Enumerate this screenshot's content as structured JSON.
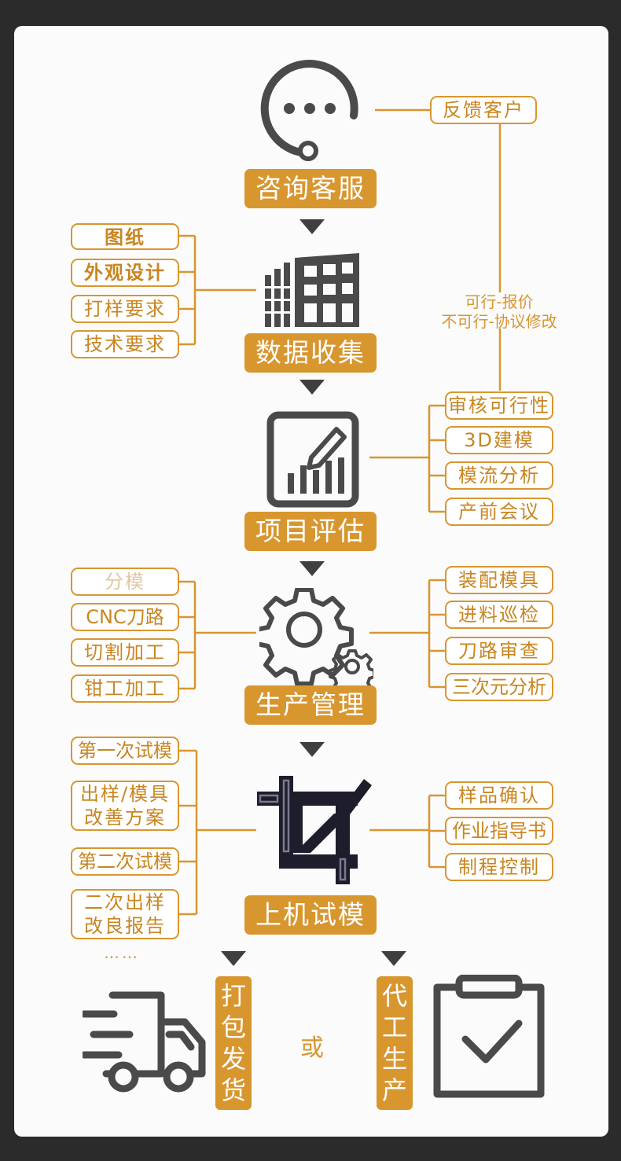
{
  "stages": {
    "s1": "咨询客服",
    "s2": "数据收集",
    "s3": "项目评估",
    "s4": "生产管理",
    "s5": "上机试模"
  },
  "feedback": "反馈客户",
  "feasibility_note": {
    "line1": "可行-报价",
    "line2": "不可行-协议修改"
  },
  "left_groups": {
    "data": [
      "图纸",
      "外观设计",
      "打样要求",
      "技术要求"
    ],
    "production": [
      "分模",
      "CNC刀路",
      "切割加工",
      "钳工加工"
    ],
    "trial": [
      {
        "line1": "第一次试模",
        "line2": ""
      },
      {
        "line1": "出样/模具",
        "line2": "改善方案"
      },
      {
        "line1": "第二次试模",
        "line2": ""
      },
      {
        "line1": "二次出样",
        "line2": "改良报告"
      }
    ],
    "more": "……"
  },
  "right_groups": {
    "evaluation": [
      "审核可行性",
      "3D建模",
      "模流分析",
      "产前会议"
    ],
    "production": [
      "装配模具",
      "进料巡检",
      "刀路审查",
      "三次元分析"
    ],
    "trial": [
      "样品确认",
      "作业指导书",
      "制程控制"
    ]
  },
  "outcomes": {
    "ship": "打包发货",
    "or": "或",
    "oem": "代工生产"
  },
  "icons": {
    "consult": "chat-bubble-icon",
    "data": "building-grid-icon",
    "evaluate": "chart-pencil-icon",
    "production": "gears-icon",
    "trial": "crop-tool-icon",
    "ship": "delivery-truck-icon",
    "oem": "clipboard-check-icon"
  },
  "colors": {
    "accent": "#d8962f",
    "icon_gray": "#4a4a4a",
    "icon_navy": "#1d1d2b",
    "background": "#2b2b2b",
    "card": "#fbfbfb"
  }
}
